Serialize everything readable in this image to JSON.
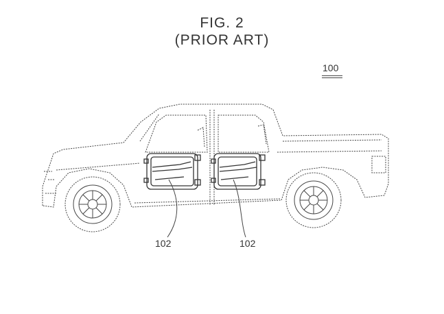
{
  "figure": {
    "title": "FIG. 2",
    "subtitle": "(PRIOR ART)"
  },
  "reference_numerals": {
    "vehicle": "100",
    "door_left": "102",
    "door_right": "102"
  }
}
